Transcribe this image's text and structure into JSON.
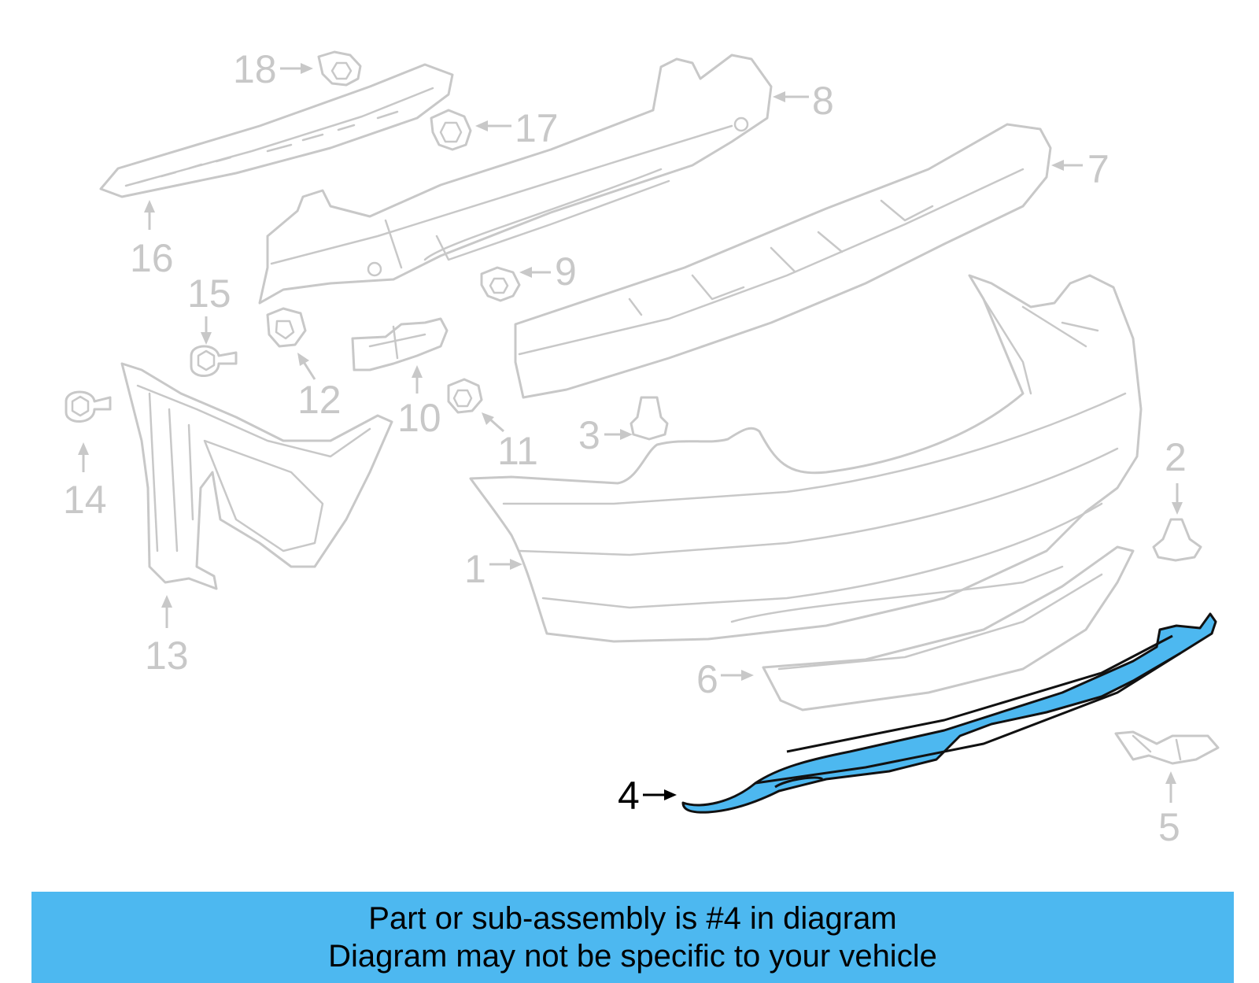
{
  "diagram": {
    "highlight_color": "#4db8f0",
    "highlight_outline": "#111111",
    "part_line_color": "#c8c8c8",
    "callouts": [
      {
        "id": "1",
        "label": "1"
      },
      {
        "id": "2",
        "label": "2"
      },
      {
        "id": "3",
        "label": "3"
      },
      {
        "id": "4",
        "label": "4",
        "highlighted": true
      },
      {
        "id": "5",
        "label": "5"
      },
      {
        "id": "6",
        "label": "6"
      },
      {
        "id": "7",
        "label": "7"
      },
      {
        "id": "8",
        "label": "8"
      },
      {
        "id": "9",
        "label": "9"
      },
      {
        "id": "10",
        "label": "10"
      },
      {
        "id": "11",
        "label": "11"
      },
      {
        "id": "12",
        "label": "12"
      },
      {
        "id": "13",
        "label": "13"
      },
      {
        "id": "14",
        "label": "14"
      },
      {
        "id": "15",
        "label": "15"
      },
      {
        "id": "16",
        "label": "16"
      },
      {
        "id": "17",
        "label": "17"
      },
      {
        "id": "18",
        "label": "18"
      }
    ]
  },
  "banner": {
    "background": "#4db8f0",
    "line1": "Part or sub-assembly is #4 in diagram",
    "line2": "Diagram may not be specific to your vehicle"
  }
}
